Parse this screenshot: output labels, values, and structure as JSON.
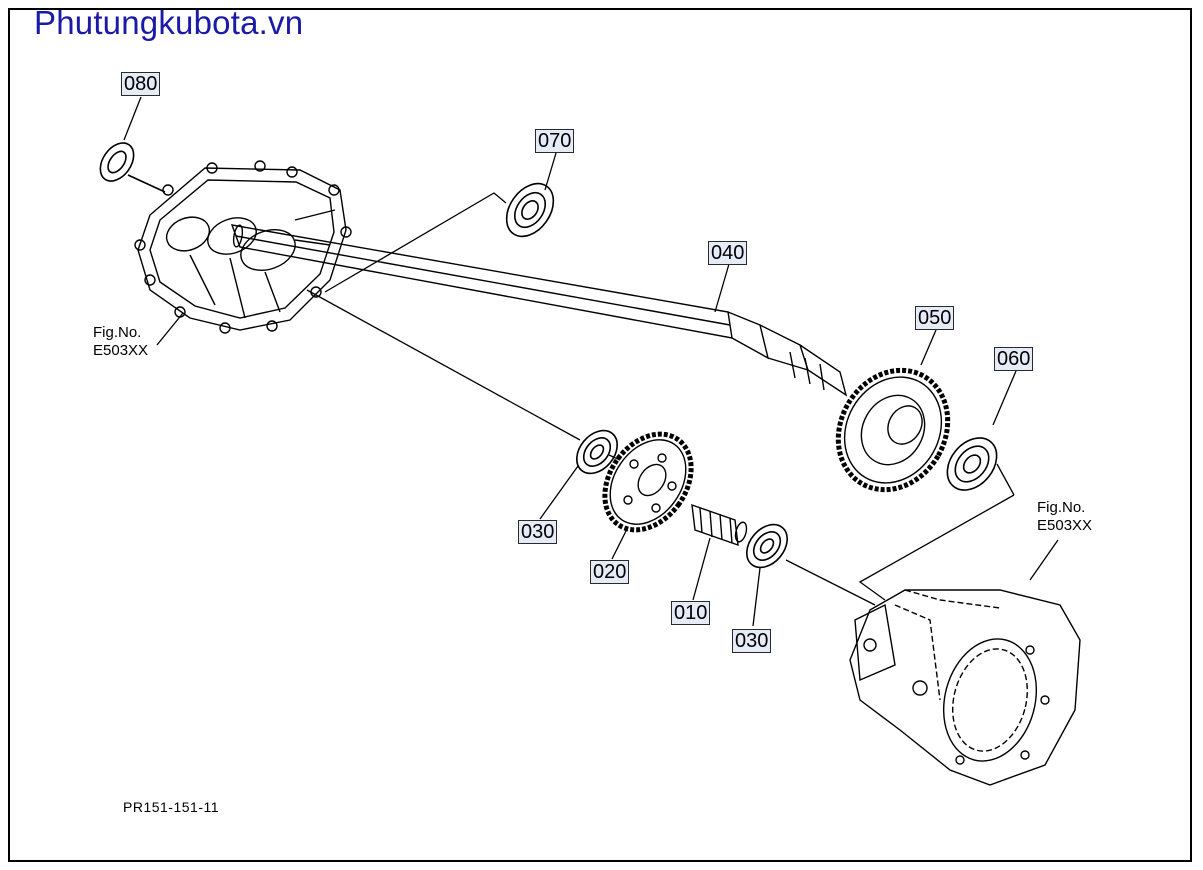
{
  "brand": "Phutungkubota.vn",
  "drawing_code": "PR151-151-11",
  "fig_ref_left": {
    "line1": "Fig.No.",
    "line2": "E503XX"
  },
  "fig_ref_right": {
    "line1": "Fig.No.",
    "line2": "E503XX"
  },
  "callouts": {
    "c080": "080",
    "c070": "070",
    "c040": "040",
    "c050": "050",
    "c060": "060",
    "c030a": "030",
    "c020": "020",
    "c010": "010",
    "c030b": "030"
  }
}
